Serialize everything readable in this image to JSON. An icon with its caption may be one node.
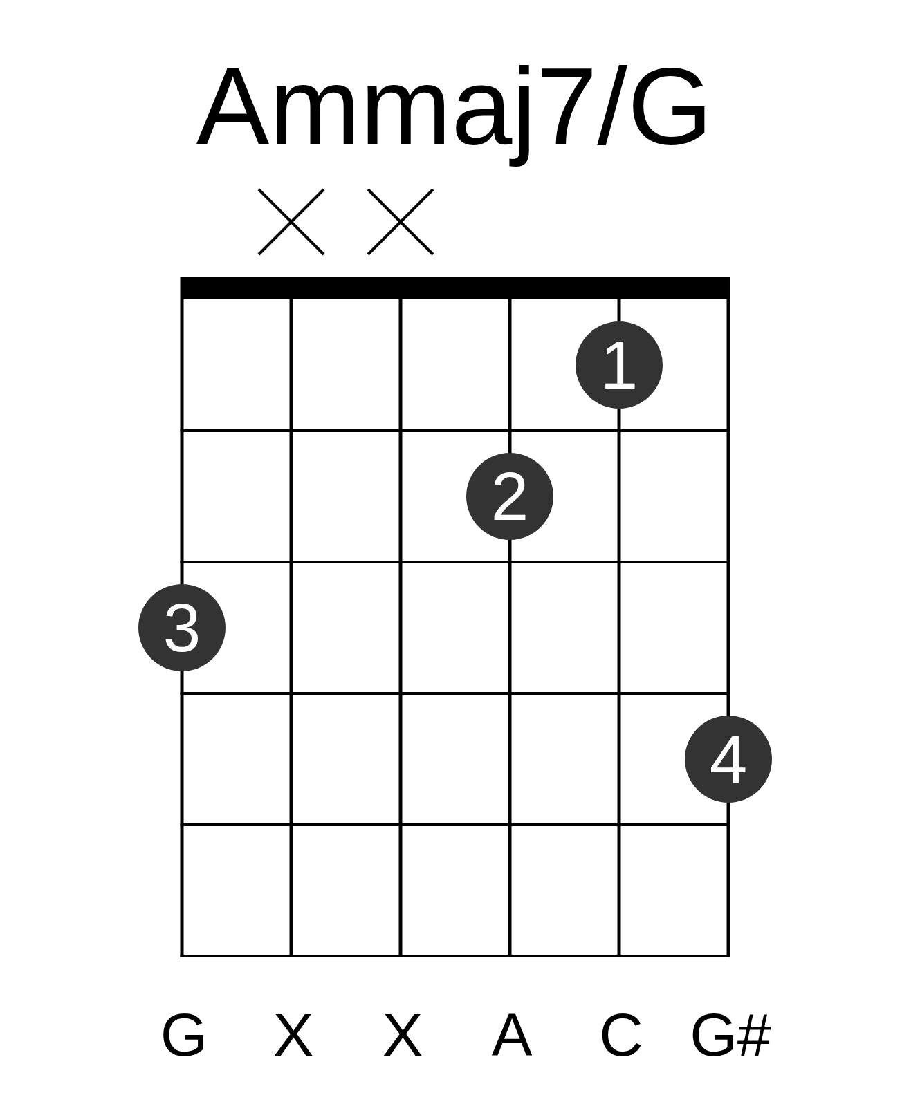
{
  "diagram": {
    "title": "Ammaj7/G",
    "nodes": [
      {
        "text": [
          "1"
        ]
      },
      {
        "text": [
          "2"
        ]
      },
      {
        "text": [
          "3"
        ]
      },
      {
        "text": [
          "4"
        ]
      }
    ],
    "labels": [
      "G",
      "X",
      "X",
      "A",
      "C",
      "G#"
    ]
  }
}
